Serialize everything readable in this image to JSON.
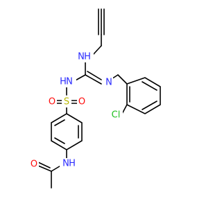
{
  "molecule": {
    "atoms": {
      "n_propargyl": {
        "label": "N",
        "color": "#2a2aff"
      },
      "h_propargyl": {
        "label": "H",
        "color": "#2a2aff"
      },
      "n_imine": {
        "label": "N",
        "color": "#2a2aff"
      },
      "n_sulfonyl": {
        "label": "N",
        "color": "#2a2aff"
      },
      "h_sulfonyl": {
        "label": "H",
        "color": "#2a2aff"
      },
      "sulfur": {
        "label": "S",
        "color": "#b8b800"
      },
      "o_left": {
        "label": "O",
        "color": "#ff0d0d"
      },
      "o_right": {
        "label": "O",
        "color": "#ff0d0d"
      },
      "chlorine": {
        "label": "Cl",
        "color": "#1fbf1f"
      },
      "n_amide": {
        "label": "N",
        "color": "#2a2aff"
      },
      "h_amide": {
        "label": "H",
        "color": "#2a2aff"
      },
      "o_carbonyl": {
        "label": "O",
        "color": "#ff0d0d"
      }
    }
  }
}
